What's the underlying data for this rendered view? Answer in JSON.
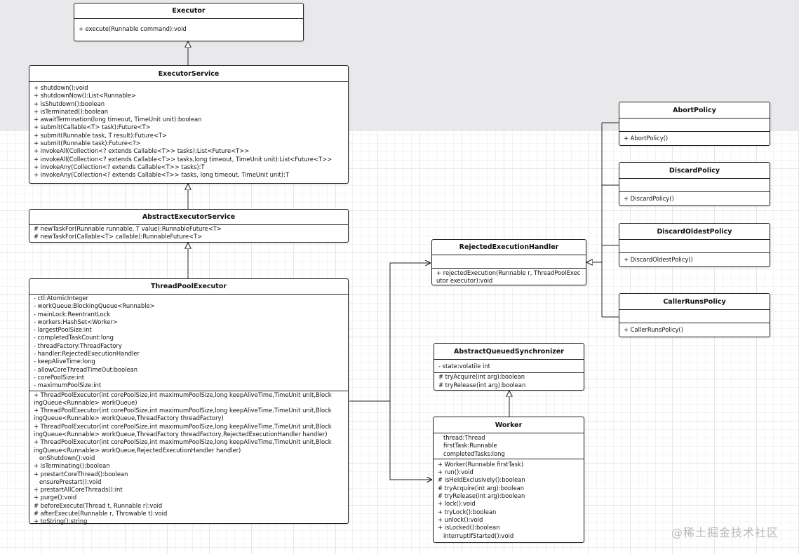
{
  "classes": {
    "executor": {
      "name": "Executor",
      "attributes": [],
      "methods": [
        "+ execute(Runnable command):void"
      ]
    },
    "executorService": {
      "name": "ExecutorService",
      "methods": [
        "+ shutdown():void",
        "+ shutdownNow():List<Runnable>",
        "+ isShutdown():boolean",
        "+ isTerminated():boolean",
        "+ awaitTermination(long timeout, TimeUnit unit):boolean",
        "+ submit(Callable<T> task):Future<T>",
        "+ submit(Runnable task, T result):Future<T>",
        "+ submit(Runnable task):Future<?>",
        "+ invokeAll(Collection<? extends Callable<T>> tasks):List<Future<T>>",
        "+ invokeAll(Collection<? extends Callable<T>> tasks,long timeout, TimeUnit unit):List<Future<T>>",
        "+ invokeAny(Collection<? extends Callable<T>> tasks):T",
        "+ invokeAny(Collection<? extends Callable<T>> tasks, long timeout, TimeUnit unit):T"
      ]
    },
    "abstractExecutorService": {
      "name": "AbstractExecutorService",
      "methods": [
        "# newTaskFor(Runnable runnable, T value):RunnableFuture<T>",
        "# newTaskFor(Callable<T> callable):RunnableFuture<T>"
      ]
    },
    "threadPoolExecutor": {
      "name": "ThreadPoolExecutor",
      "attributes": [
        "- ctl:AtomicInteger",
        "- workQueue:BlockingQueue<Runnable>",
        "- mainLock:ReentrantLock",
        "- workers:HashSet<Worker>",
        "- largestPoolSize:int",
        "- completedTaskCount:long",
        "- threadFactory:ThreadFactory",
        "- handler:RejectedExecutionHandler",
        "- keepAliveTime:long",
        "- allowCoreThreadTimeOut:boolean",
        "- corePoolSize:int",
        "- maximumPoolSize:int"
      ],
      "methods": [
        "+ ThreadPoolExecutor(int corePoolSize,int maximumPoolSize,long keepAliveTime,TimeUnit unit,Block",
        "ingQueue<Runnable> workQueue)",
        "+ ThreadPoolExecutor(int corePoolSize,int maximumPoolSize,long keepAliveTime,TimeUnit unit,Block",
        "ingQueue<Runnable> workQueue,ThreadFactory threadFactory)",
        "+ ThreadPoolExecutor(int corePoolSize,int maximumPoolSize,long keepAliveTime,TimeUnit unit,Block",
        "ingQueue<Runnable> workQueue,ThreadFactory threadFactory,RejectedExecutionHandler handler)",
        "+ ThreadPoolExecutor(int corePoolSize,int maximumPoolSize,long keepAliveTime,TimeUnit unit,Block",
        "ingQueue<Runnable> workQueue,RejectedExecutionHandler handler)",
        "   onShutdown():void",
        "+ isTerminating():boolean",
        "+ prestartCoreThread():boolean",
        "   ensurePrestart():void",
        "+ prestartAllCoreThreads():int",
        "+ purge():void",
        "# beforeExecute(Thread t, Runnable r):void",
        "# afterExecute(Runnable r, Throwable t):void",
        "+ toString():string"
      ]
    },
    "rejectedExecutionHandler": {
      "name": "RejectedExecutionHandler",
      "attributes": [],
      "methods": [
        "+ rejectedExecution(Runnable r, ThreadPoolExecutor executor):void"
      ]
    },
    "abortPolicy": {
      "name": "AbortPolicy",
      "attributes": [],
      "methods": [
        "+ AbortPolicy()"
      ]
    },
    "discardPolicy": {
      "name": "DiscardPolicy",
      "attributes": [],
      "methods": [
        "+ DiscardPolicy()"
      ]
    },
    "discardOldestPolicy": {
      "name": "DiscardOldestPolicy",
      "attributes": [],
      "methods": [
        "+ DiscardOldestPolicy()"
      ]
    },
    "callerRunsPolicy": {
      "name": "CallerRunsPolicy",
      "attributes": [],
      "methods": [
        "+ CallerRunsPolicy()"
      ]
    },
    "abstractQueuedSynchronizer": {
      "name": "AbstractQueuedSynchronizer",
      "attributes": [
        "- state:volatile int"
      ],
      "methods": [
        "# tryAcquire(int arg):boolean",
        "# tryRelease(int arg):boolean"
      ]
    },
    "worker": {
      "name": "Worker",
      "attributes": [
        "   thread:Thread",
        "   firstTask:Runnable",
        "   completedTasks:long"
      ],
      "methods": [
        "+ Worker(Runnable firstTask)",
        "+ run():void",
        "# isHeldExclusively():boolean",
        "# tryAcquire(int arg):boolean",
        "# tryRelease(int arg):boolean",
        "+ lock():void",
        "+ tryLock():boolean",
        "+ unlock():void",
        "+ isLocked():boolean",
        "   interruptIfStarted():void"
      ]
    }
  },
  "watermark": "@稀土掘金技术社区",
  "colors": {
    "line": "#222222",
    "top_band": "#e9e9ec",
    "grid": "#e6e6e6"
  }
}
